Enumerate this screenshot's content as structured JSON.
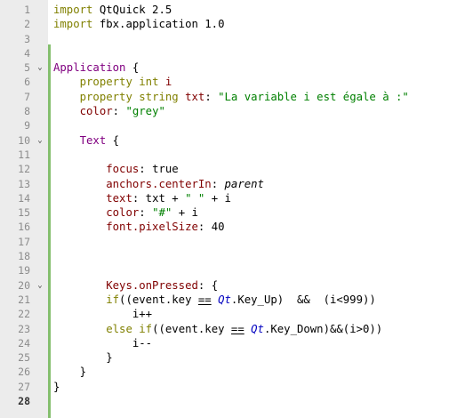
{
  "editor": {
    "lines": [
      {
        "n": "1",
        "fold": false,
        "tokens": [
          {
            "t": "import",
            "c": "kw"
          },
          {
            "t": " QtQuick 2.5",
            "c": ""
          }
        ]
      },
      {
        "n": "2",
        "fold": false,
        "tokens": [
          {
            "t": "import",
            "c": "kw"
          },
          {
            "t": " fbx.application 1.0",
            "c": ""
          }
        ]
      },
      {
        "n": "3",
        "fold": false,
        "tokens": []
      },
      {
        "n": "4",
        "fold": false,
        "tokens": []
      },
      {
        "n": "5",
        "fold": true,
        "tokens": [
          {
            "t": "Application",
            "c": "type"
          },
          {
            "t": " {",
            "c": ""
          }
        ]
      },
      {
        "n": "6",
        "fold": false,
        "tokens": [
          {
            "t": "    ",
            "c": ""
          },
          {
            "t": "property",
            "c": "kw"
          },
          {
            "t": " ",
            "c": ""
          },
          {
            "t": "int",
            "c": "kw"
          },
          {
            "t": " i",
            "c": "prop"
          }
        ]
      },
      {
        "n": "7",
        "fold": false,
        "tokens": [
          {
            "t": "    ",
            "c": ""
          },
          {
            "t": "property",
            "c": "kw"
          },
          {
            "t": " ",
            "c": ""
          },
          {
            "t": "string",
            "c": "kw"
          },
          {
            "t": " txt",
            "c": "prop"
          },
          {
            "t": ": ",
            "c": ""
          },
          {
            "t": "\"La variable i est égale à :\"",
            "c": "str"
          }
        ]
      },
      {
        "n": "8",
        "fold": false,
        "tokens": [
          {
            "t": "    ",
            "c": ""
          },
          {
            "t": "color",
            "c": "prop"
          },
          {
            "t": ": ",
            "c": ""
          },
          {
            "t": "\"grey\"",
            "c": "str"
          }
        ]
      },
      {
        "n": "9",
        "fold": false,
        "tokens": []
      },
      {
        "n": "10",
        "fold": true,
        "tokens": [
          {
            "t": "    ",
            "c": ""
          },
          {
            "t": "Text",
            "c": "type"
          },
          {
            "t": " {",
            "c": ""
          }
        ]
      },
      {
        "n": "11",
        "fold": false,
        "tokens": []
      },
      {
        "n": "12",
        "fold": false,
        "tokens": [
          {
            "t": "        ",
            "c": ""
          },
          {
            "t": "focus",
            "c": "prop"
          },
          {
            "t": ": true",
            "c": ""
          }
        ]
      },
      {
        "n": "13",
        "fold": false,
        "tokens": [
          {
            "t": "        ",
            "c": ""
          },
          {
            "t": "anchors.centerIn",
            "c": "prop"
          },
          {
            "t": ": ",
            "c": ""
          },
          {
            "t": "parent",
            "c": "ital"
          }
        ]
      },
      {
        "n": "14",
        "fold": false,
        "tokens": [
          {
            "t": "        ",
            "c": ""
          },
          {
            "t": "text",
            "c": "prop"
          },
          {
            "t": ": txt + ",
            "c": ""
          },
          {
            "t": "\" \"",
            "c": "str"
          },
          {
            "t": " + i",
            "c": ""
          }
        ]
      },
      {
        "n": "15",
        "fold": false,
        "tokens": [
          {
            "t": "        ",
            "c": ""
          },
          {
            "t": "color",
            "c": "prop"
          },
          {
            "t": ": ",
            "c": ""
          },
          {
            "t": "\"#\"",
            "c": "str"
          },
          {
            "t": " + i",
            "c": ""
          }
        ]
      },
      {
        "n": "16",
        "fold": false,
        "tokens": [
          {
            "t": "        ",
            "c": ""
          },
          {
            "t": "font.pixelSize",
            "c": "prop"
          },
          {
            "t": ": 40",
            "c": ""
          }
        ]
      },
      {
        "n": "17",
        "fold": false,
        "tokens": []
      },
      {
        "n": "18",
        "fold": false,
        "tokens": []
      },
      {
        "n": "19",
        "fold": false,
        "tokens": []
      },
      {
        "n": "20",
        "fold": true,
        "tokens": [
          {
            "t": "        ",
            "c": ""
          },
          {
            "t": "Keys.onPressed",
            "c": "prop"
          },
          {
            "t": ": {",
            "c": ""
          }
        ]
      },
      {
        "n": "21",
        "fold": false,
        "tokens": [
          {
            "t": "        ",
            "c": ""
          },
          {
            "t": "if",
            "c": "kw"
          },
          {
            "t": "((event.key ",
            "c": ""
          },
          {
            "t": "==",
            "c": "eq"
          },
          {
            "t": " ",
            "c": ""
          },
          {
            "t": "Qt",
            "c": "qt"
          },
          {
            "t": ".Key_Up)  &&  (i<999))",
            "c": ""
          }
        ]
      },
      {
        "n": "22",
        "fold": false,
        "tokens": [
          {
            "t": "            i++",
            "c": ""
          }
        ]
      },
      {
        "n": "23",
        "fold": false,
        "tokens": [
          {
            "t": "        ",
            "c": ""
          },
          {
            "t": "else",
            "c": "kw"
          },
          {
            "t": " ",
            "c": ""
          },
          {
            "t": "if",
            "c": "kw"
          },
          {
            "t": "((event.key ",
            "c": ""
          },
          {
            "t": "==",
            "c": "eq"
          },
          {
            "t": " ",
            "c": ""
          },
          {
            "t": "Qt",
            "c": "qt"
          },
          {
            "t": ".Key_Down)&&(i>0))",
            "c": ""
          }
        ]
      },
      {
        "n": "24",
        "fold": false,
        "tokens": [
          {
            "t": "            i--",
            "c": ""
          }
        ]
      },
      {
        "n": "25",
        "fold": false,
        "tokens": [
          {
            "t": "        }",
            "c": ""
          }
        ]
      },
      {
        "n": "26",
        "fold": false,
        "tokens": [
          {
            "t": "    }",
            "c": ""
          }
        ]
      },
      {
        "n": "27",
        "fold": false,
        "tokens": [
          {
            "t": "}",
            "c": ""
          }
        ]
      },
      {
        "n": "28",
        "fold": false,
        "current": true,
        "tokens": []
      }
    ],
    "fold_glyph": "⌄"
  }
}
